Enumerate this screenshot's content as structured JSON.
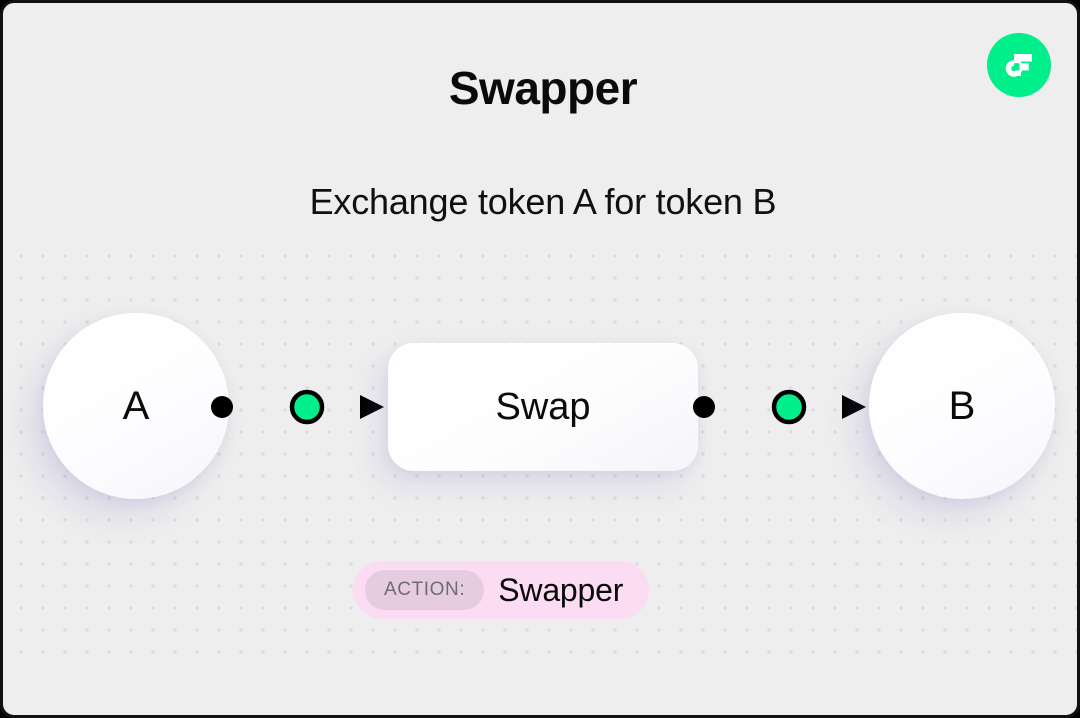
{
  "page": {
    "background_color": "#eeeeee",
    "border_color": "#111111"
  },
  "header": {
    "title": "Swapper",
    "subtitle": "Exchange token A for token B"
  },
  "logo": {
    "name": "flow-logo",
    "brand_color": "#00EF8B",
    "mark_color": "#FFFFFF"
  },
  "diagram": {
    "type": "flow",
    "nodes": [
      {
        "id": "a",
        "label": "A",
        "shape": "circle"
      },
      {
        "id": "swap",
        "label": "Swap",
        "shape": "rounded-rect"
      },
      {
        "id": "b",
        "label": "B",
        "shape": "circle"
      }
    ],
    "edges": [
      {
        "id": "a-to-swap",
        "from": "a",
        "to": "swap",
        "marker_color": "#00EF8B",
        "line_color": "#000000"
      },
      {
        "id": "swap-to-b",
        "from": "swap",
        "to": "b",
        "marker_color": "#00EF8B",
        "line_color": "#000000"
      }
    ]
  },
  "badge": {
    "chip_label": "ACTION:",
    "value": "Swapper",
    "background_color": "#FBDCF3",
    "chip_background_color": "#E6CCE0",
    "chip_text_color": "#6F6B72"
  }
}
